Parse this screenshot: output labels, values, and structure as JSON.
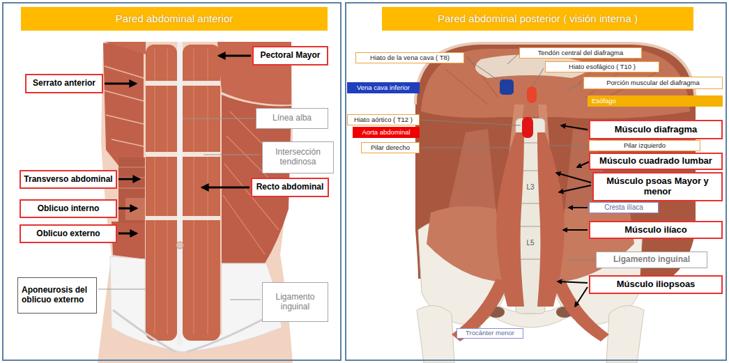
{
  "diagram": {
    "nodes": [
      {
        "text": [
          "Pared abdominal anterior"
        ]
      },
      {
        "text": [
          "Pectoral Mayor"
        ],
        "in": 0
      },
      {
        "text": [
          "Serrato anterior"
        ],
        "in": 0
      },
      {
        "text": [
          "Línea alba"
        ],
        "in": 0
      },
      {
        "text": [
          "Intersección tendinosa"
        ],
        "in": 0
      },
      {
        "text": [
          "Transverso abdominal"
        ],
        "in": 0
      },
      {
        "text": [
          "Recto abdominal"
        ],
        "in": 0
      },
      {
        "text": [
          "Oblicuo interno"
        ],
        "in": 0
      },
      {
        "text": [
          "Oblicuo externo"
        ],
        "in": 0
      },
      {
        "text": [
          "Aponeurosis del oblicuo externo"
        ],
        "in": 0
      },
      {
        "text": [
          "Ligamento inguinal"
        ],
        "in": 0
      },
      {
        "text": [
          "Pared abdominal posterior ( visión interna )"
        ]
      },
      {
        "text": [
          "Hiato de la vena cava ( T8)"
        ],
        "in": 11
      },
      {
        "text": [
          "Tendón central del diafragma"
        ],
        "in": 11
      },
      {
        "text": [
          "Hiato esofágico ( T10 )"
        ],
        "in": 11
      },
      {
        "text": [
          "Porción muscular del diafragma"
        ],
        "in": 11
      },
      {
        "text": [
          "Vena cava inferior"
        ],
        "in": 11
      },
      {
        "text": [
          "Esófago"
        ],
        "in": 11
      },
      {
        "text": [
          "Hiato aórtico ( T12 )"
        ],
        "in": 11
      },
      {
        "text": [
          "Aorta abdominal"
        ],
        "in": 11
      },
      {
        "text": [
          "Músculo diafragma"
        ],
        "in": 11
      },
      {
        "text": [
          "Pilar derecho"
        ],
        "in": 11
      },
      {
        "text": [
          "Pilar izquierdo"
        ],
        "in": 11
      },
      {
        "text": [
          "Músculo cuadrado lumbar"
        ],
        "in": 11
      },
      {
        "text": [
          "Músculo psoas Mayor y menor"
        ],
        "in": 11
      },
      {
        "text": [
          "Cresta ilíaca"
        ],
        "in": 11
      },
      {
        "text": [
          "Músculo ilíaco"
        ],
        "in": 11
      },
      {
        "text": [
          "Ligamento inguinal"
        ],
        "in": 11
      },
      {
        "text": [
          "Músculo iliopsoas"
        ],
        "in": 11
      },
      {
        "text": [
          "Trocánter menor"
        ],
        "in": 11
      }
    ],
    "labels": [
      "L3",
      "L5"
    ]
  }
}
